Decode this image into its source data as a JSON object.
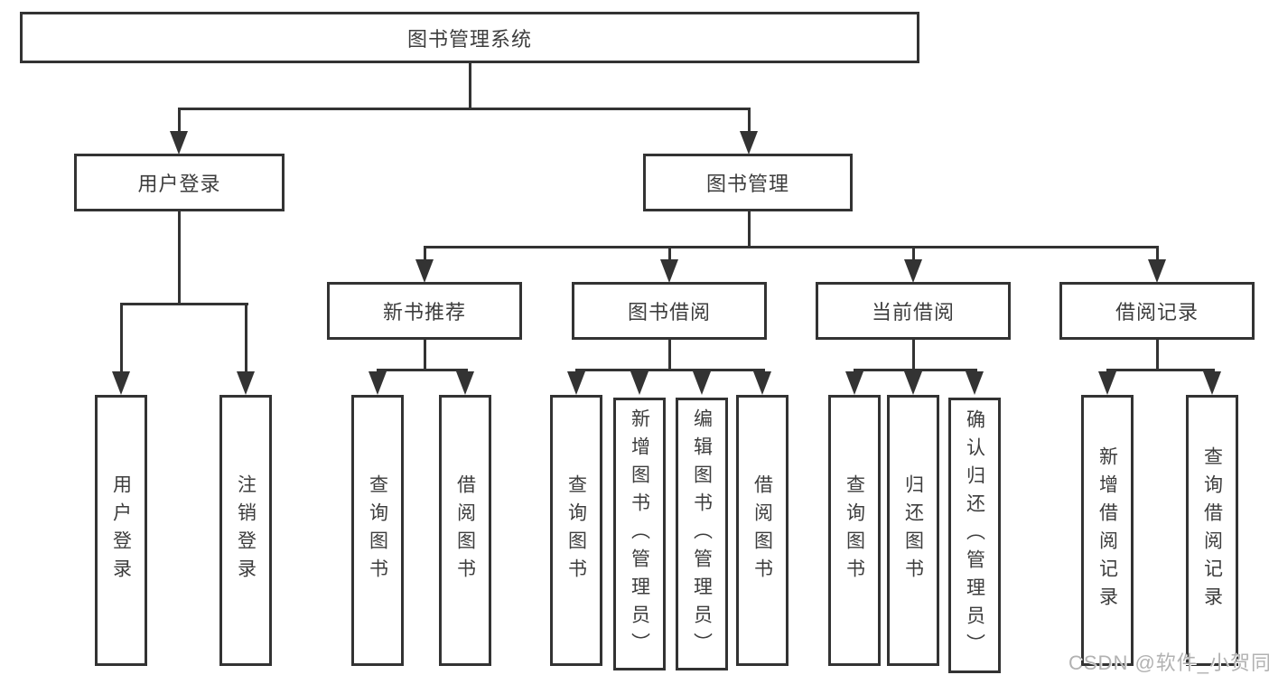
{
  "diagram": {
    "root_label": "图书管理系统",
    "branches": [
      {
        "label": "用户登录",
        "children": [
          {
            "label": "用户登录"
          },
          {
            "label": "注销登录"
          }
        ]
      },
      {
        "label": "图书管理",
        "children": [
          {
            "label": "新书推荐",
            "children": [
              {
                "label": "查询图书"
              },
              {
                "label": "借阅图书"
              }
            ]
          },
          {
            "label": "图书借阅",
            "children": [
              {
                "label": "查询图书"
              },
              {
                "label": "新增图书（管理员）"
              },
              {
                "label": "编辑图书（管理员）"
              },
              {
                "label": "借阅图书"
              }
            ]
          },
          {
            "label": "当前借阅",
            "children": [
              {
                "label": "查询图书"
              },
              {
                "label": "归还图书"
              },
              {
                "label": "确认归还（管理员）"
              }
            ]
          },
          {
            "label": "借阅记录",
            "children": [
              {
                "label": "新增借阅记录"
              },
              {
                "label": "查询借阅记录"
              }
            ]
          }
        ]
      }
    ]
  },
  "watermark": {
    "text": "CSDN @软件_小贺同学"
  },
  "colors": {
    "line": "#333333",
    "text": "#3d3d3d",
    "background": "#ffffff",
    "watermark": "#b2b2b2"
  }
}
